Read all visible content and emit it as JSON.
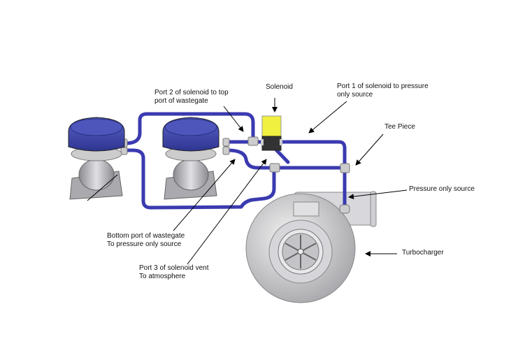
{
  "labels": {
    "solenoid": "Solenoid",
    "port2_line1": "Port 2 of solenoid to top",
    "port2_line2": "port of wastegate",
    "port1_line1": "Port 1 of solenoid to pressure",
    "port1_line2": "only source",
    "tee_piece": "Tee Piece",
    "pressure_source": "Pressure only source",
    "turbocharger": "Turbocharger",
    "bottom_port_line1": "Bottom port of wastegate",
    "bottom_port_line2": "To pressure only source",
    "port3_line1": "Port 3 of solenoid vent",
    "port3_line2": "To atmosphere"
  },
  "colors": {
    "hose": "#3a3ab0",
    "wastegate_cap": "#3d44a8",
    "solenoid": "#f0f040",
    "metal": "#c8c8cc"
  }
}
